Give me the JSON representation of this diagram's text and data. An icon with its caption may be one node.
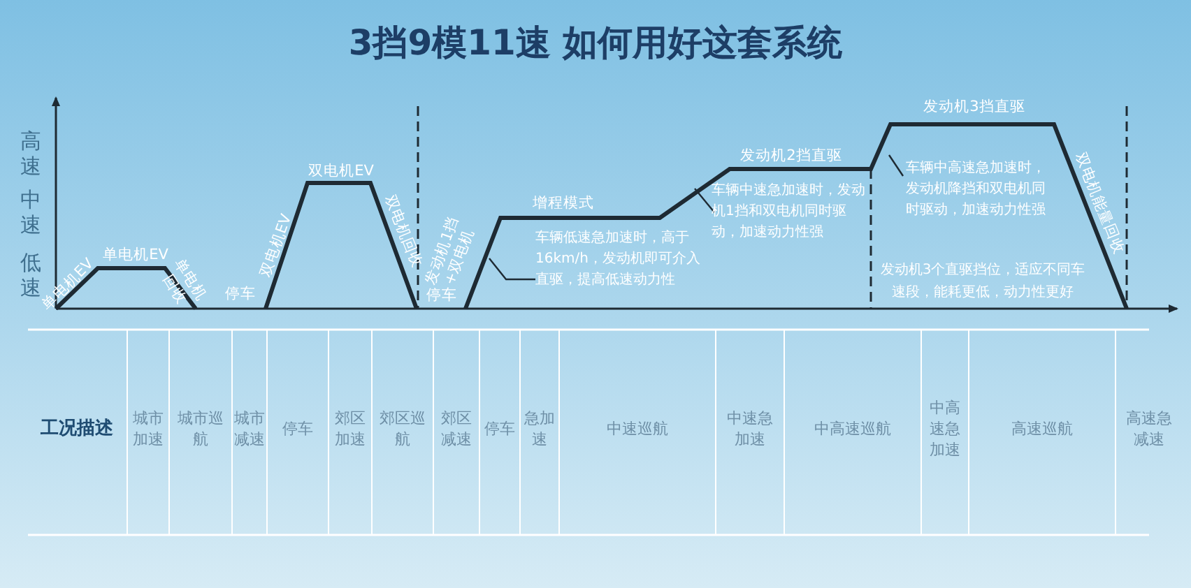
{
  "diagram": {
    "title": "3挡9模11速 如何用好这套系统",
    "nodes": [
      {
        "text": [
          "车辆低速急加速时，高于16km/h，发动机即可介入直驱，提高低速动力性"
        ]
      },
      {
        "text": [
          "车辆中速急加速时，发动机1挡和双电机同时驱动，加速动力性强"
        ]
      },
      {
        "text": [
          "车辆中高速急加速时，发动机降挡和双电机同时驱动，加速动力性强"
        ]
      }
    ],
    "edges": [
      {
        "from": 0,
        "to": null,
        "arrow": "none"
      },
      {
        "from": 1,
        "to": null,
        "arrow": "none"
      },
      {
        "from": 2,
        "to": null,
        "arrow": "none"
      }
    ],
    "labels": [
      "高速",
      "中速",
      "低速",
      "单电机EV",
      "单电机EV",
      "单电机回收",
      "停车",
      "双电机EV",
      "双电机EV",
      "双电机回收",
      "停车",
      "发动机1挡+双电机",
      "增程模式",
      "发动机2挡直驱",
      "发动机3挡直驱",
      "双电机能量回收",
      "发动机3个直驱挡位，适应不同车速段，能耗更低，动力性更好",
      "工况描述",
      "城市加速",
      "城市巡航",
      "城市减速",
      "停车",
      "郊区加速",
      "郊区巡航",
      "郊区减速",
      "停车",
      "急加速",
      "中速巡航",
      "中速急加速",
      "中高速巡航",
      "中高速急加速",
      "高速巡航",
      "高速急减速"
    ]
  }
}
